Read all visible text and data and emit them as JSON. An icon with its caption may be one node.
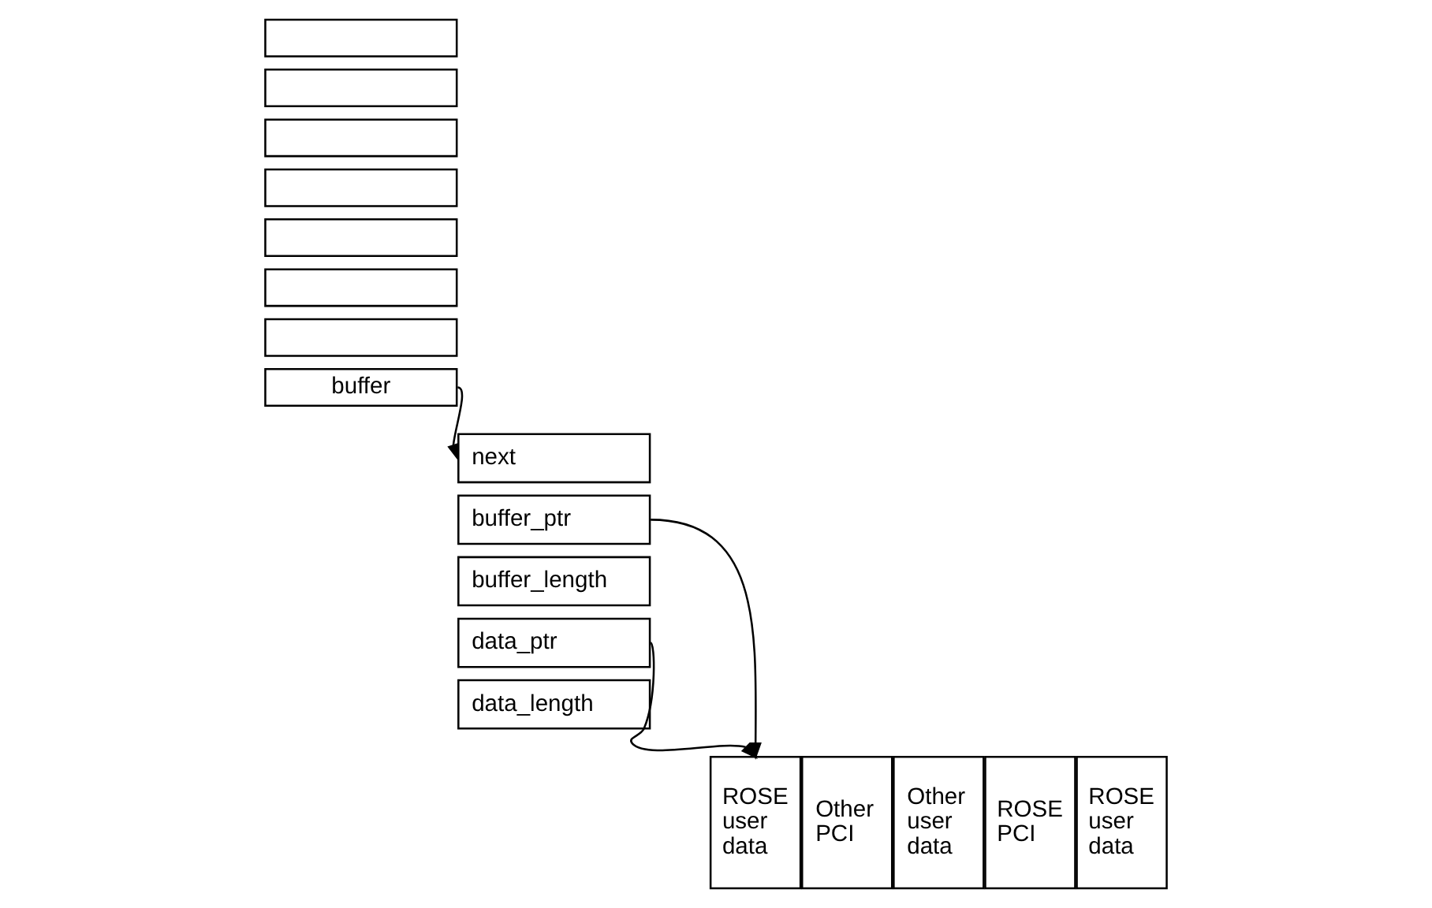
{
  "diagram": {
    "nodes": [
      {
        "text": [],
        "shape": "box"
      },
      {
        "text": [],
        "shape": "box"
      },
      {
        "text": [],
        "shape": "box"
      },
      {
        "text": [],
        "shape": "box"
      },
      {
        "text": [],
        "shape": "box"
      },
      {
        "text": [],
        "shape": "box"
      },
      {
        "text": [],
        "shape": "box"
      },
      {
        "text": [
          "buffer"
        ]
      },
      {
        "text": [
          "next"
        ]
      },
      {
        "text": [
          "buffer_ptr"
        ]
      },
      {
        "text": [
          "buffer_length"
        ]
      },
      {
        "text": [
          "data_ptr"
        ]
      },
      {
        "text": [
          "data_length"
        ]
      },
      {
        "text": [
          "ROSE user data"
        ]
      },
      {
        "text": [
          "Other PCI"
        ]
      },
      {
        "text": [
          "Other user data"
        ]
      },
      {
        "text": [
          "ROSE PCI"
        ]
      },
      {
        "text": [
          "ROSE user data"
        ]
      }
    ],
    "edges": [
      {
        "from": 7,
        "to": 8,
        "arrow": "to"
      },
      {
        "from": 9,
        "to": 13,
        "arrow": "to"
      },
      {
        "from": 11,
        "to": 13,
        "arrow": "to"
      }
    ]
  }
}
